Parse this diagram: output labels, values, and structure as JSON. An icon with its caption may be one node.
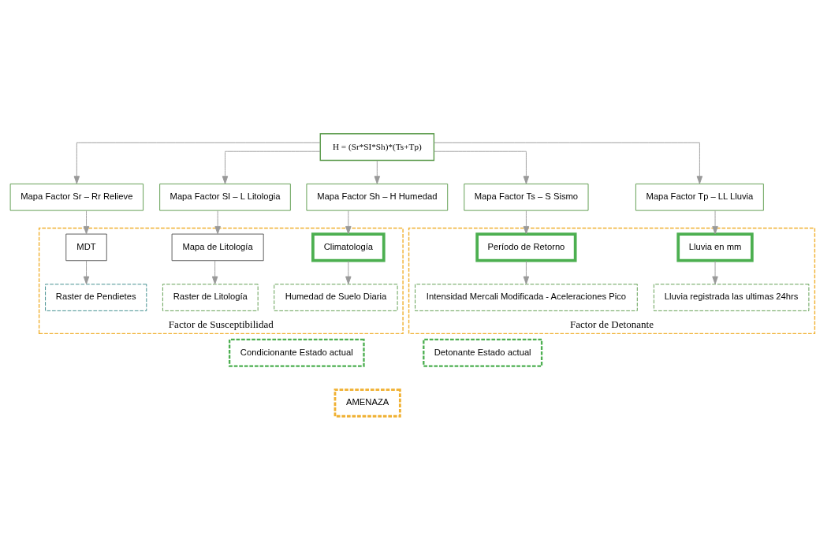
{
  "diagram": {
    "nodes": [
      {
        "text": [
          "H = (Sr*SI*Sh)*(Ts+Tp)"
        ]
      },
      {
        "text": [
          "Mapa Factor Sr – Rr Relieve"
        ]
      },
      {
        "text": [
          "Mapa Factor SI – L Litologia"
        ]
      },
      {
        "text": [
          "Mapa Factor Sh – H Humedad"
        ]
      },
      {
        "text": [
          "Mapa Factor Ts – S Sismo"
        ]
      },
      {
        "text": [
          "Mapa Factor Tp – LL Lluvia"
        ]
      },
      {
        "text": [
          "Factor de Susceptibilidad"
        ]
      },
      {
        "text": [
          "MDT"
        ],
        "in": 6
      },
      {
        "text": [
          "Mapa de Litología"
        ],
        "in": 6
      },
      {
        "text": [
          "Climatología"
        ],
        "in": 6
      },
      {
        "text": [
          "Raster de Pendietes"
        ],
        "in": 6
      },
      {
        "text": [
          "Raster de Litología"
        ],
        "in": 6
      },
      {
        "text": [
          "Humedad de Suelo Diaria"
        ],
        "in": 6
      },
      {
        "text": [
          "Factor de Detonante"
        ]
      },
      {
        "text": [
          "Período de Retorno"
        ],
        "in": 13
      },
      {
        "text": [
          "Lluvia en mm"
        ],
        "in": 13
      },
      {
        "text": [
          "Intensidad Mercali Modificada - Aceleraciones Pico"
        ],
        "in": 13
      },
      {
        "text": [
          "Lluvia registrada las ultimas 24hrs"
        ],
        "in": 13
      },
      {
        "text": [
          "Condicionante Estado actual"
        ]
      },
      {
        "text": [
          "Detonante Estado actual"
        ]
      },
      {
        "text": [
          "AMENAZA"
        ]
      }
    ],
    "edges": [
      {
        "from": 0,
        "to": 1,
        "arrow": "to"
      },
      {
        "from": 0,
        "to": 2,
        "arrow": "to"
      },
      {
        "from": 0,
        "to": 3,
        "arrow": "to"
      },
      {
        "from": 0,
        "to": 4,
        "arrow": "to"
      },
      {
        "from": 0,
        "to": 5,
        "arrow": "to"
      },
      {
        "from": 1,
        "to": 7,
        "arrow": "to"
      },
      {
        "from": 2,
        "to": 8,
        "arrow": "to"
      },
      {
        "from": 3,
        "to": 9,
        "arrow": "to"
      },
      {
        "from": 4,
        "to": 14,
        "arrow": "to"
      },
      {
        "from": 5,
        "to": 15,
        "arrow": "to"
      },
      {
        "from": 7,
        "to": 10,
        "arrow": "to"
      },
      {
        "from": 8,
        "to": 11,
        "arrow": "to"
      },
      {
        "from": 9,
        "to": 12,
        "arrow": "to"
      },
      {
        "from": 14,
        "to": 16,
        "arrow": "to"
      },
      {
        "from": 15,
        "to": 17,
        "arrow": "to"
      }
    ]
  }
}
